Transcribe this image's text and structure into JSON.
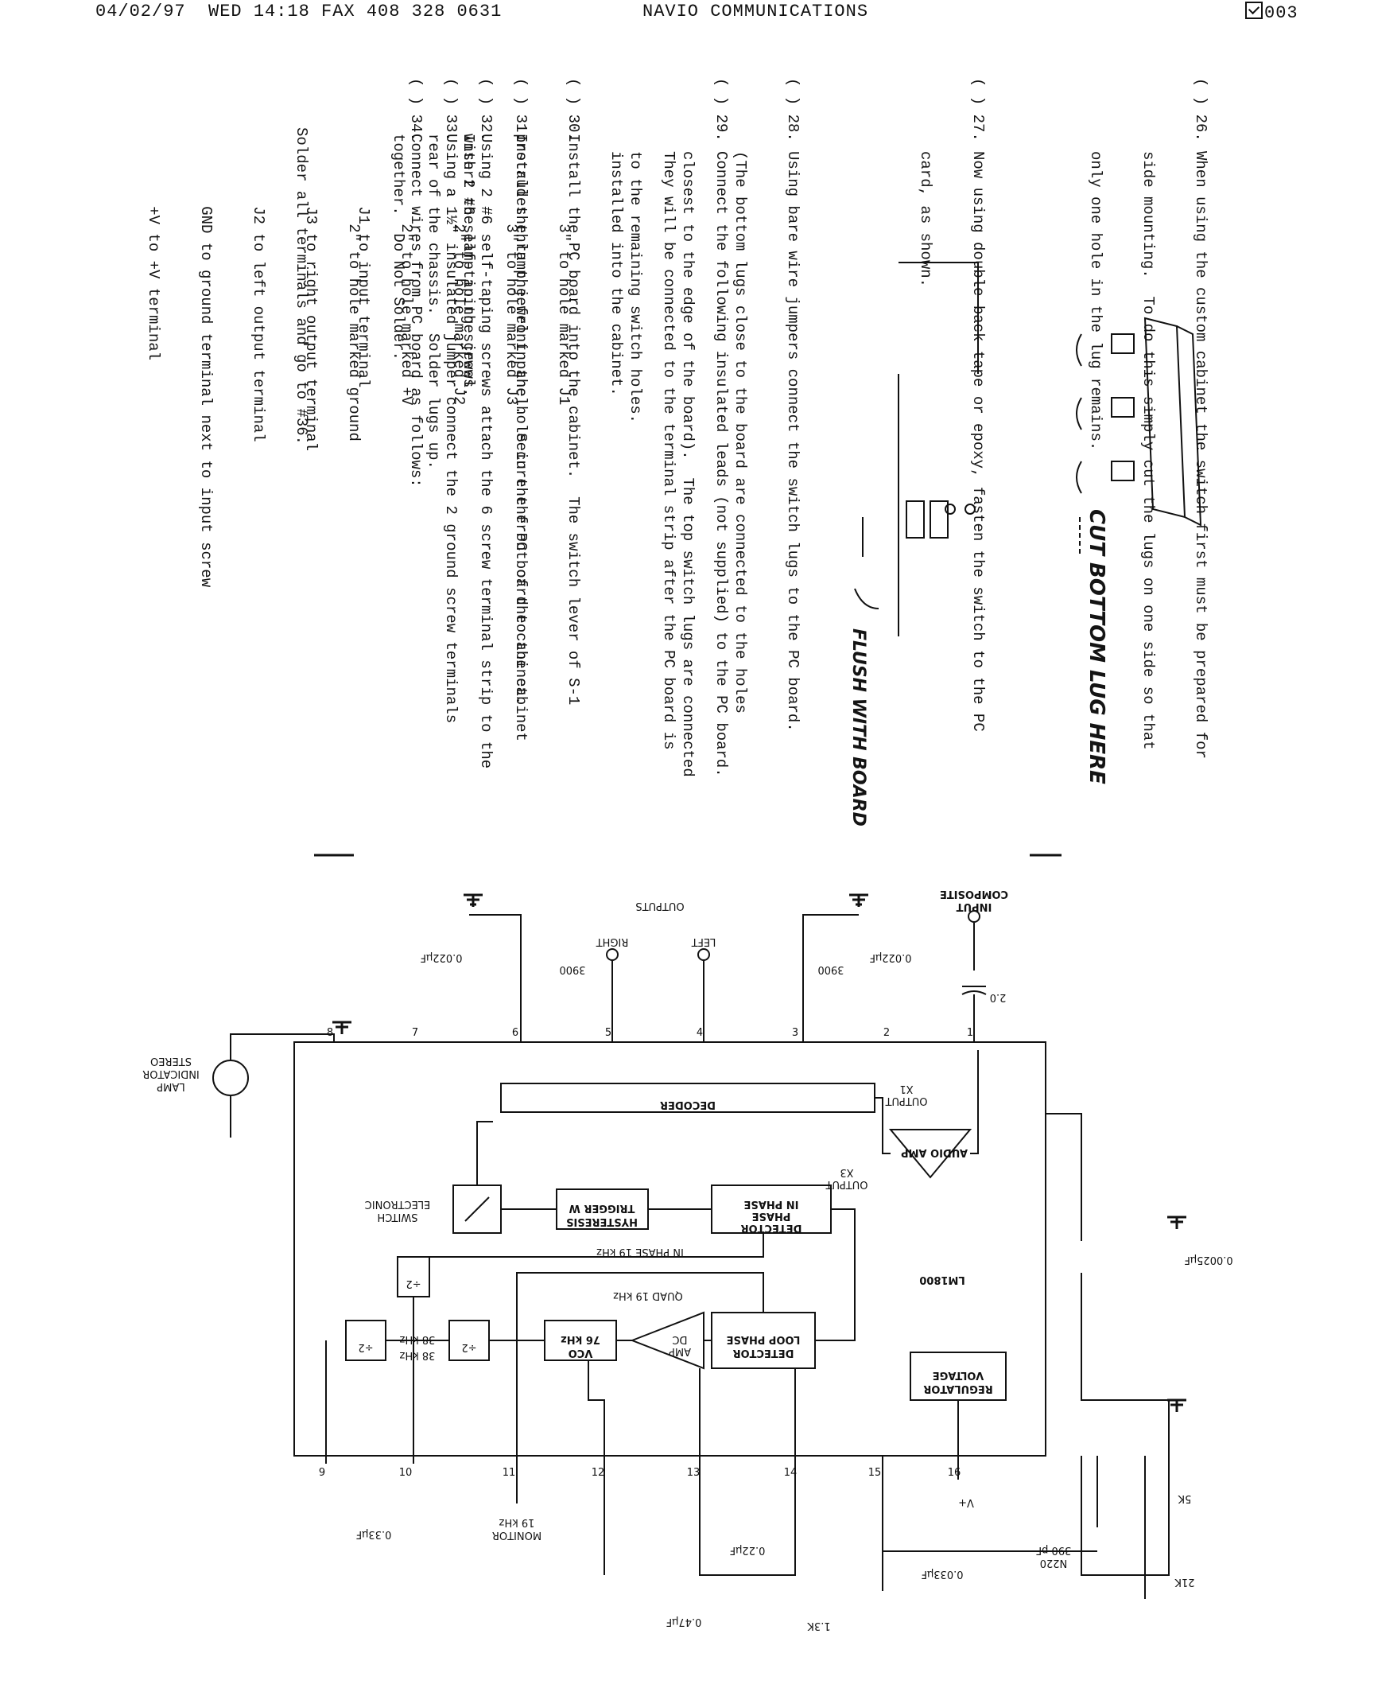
{
  "fax_header": {
    "left": "04/02/97  WED 14:18 FAX 408 328 0631",
    "center": "NAVIO COMMUNICATIONS",
    "right": "003",
    "icon": "page-check-icon"
  },
  "steps": [
    {
      "mark": "( ) 26.",
      "lines": [
        "When using the custom cabinet the switch first must be prepared for",
        "side mounting.  To do this simply cut the lugs on one side so that",
        "only one hole in the lug remains."
      ]
    },
    {
      "mark": "( ) 27.",
      "lines": [
        "Now using double back tape or epoxy, fasten the switch to the PC",
        "card, as shown."
      ]
    },
    {
      "mark": "( ) 28.",
      "lines": [
        "Using bare wire jumpers connect the switch lugs to the PC board.",
        "(The bottom lugs close to the board are connected to the holes",
        "closest to the edge of the board).  The top switch lugs are connected",
        "to the remaining switch holes."
      ]
    },
    {
      "mark": "( ) 29.",
      "lines": [
        "Connect the following insulated leads (not supplied) to the PC board.",
        "They will be connected to the terminal strip after the PC board is",
        "installed into the cabinet.",
        "        3\" to hole marked J1",
        "        3\" to hole marked J3",
        "        2\" to hole marked J2",
        "        2\" to hole marked +V",
        "        2\" to hole marked ground"
      ]
    },
    {
      "mark": "( ) 30.",
      "lines": [
        "Install the PC board into the cabinet.  The switch lever of S-1",
        "protrudes thru the front panel.  Secure the PC board to the cabinet",
        "with 2 #6 self-taping screws."
      ]
    },
    {
      "mark": "( ) 31.",
      "lines": [
        "Install the lamp jewel in the hole in the front of the cabinet.",
        "Insert the lamp in the jewel."
      ]
    },
    {
      "mark": "( ) 32.",
      "lines": [
        "Using 2 #6 self-taping screws attach the 6 screw terminal strip to the",
        "rear of the chassis.  Solder lugs up."
      ]
    },
    {
      "mark": "( ) 33.",
      "lines": [
        "Using a 1½\" insulated jumper connect the 2 ground screw terminals",
        "together.  Do Not Solder."
      ]
    },
    {
      "mark": "( ) 34.",
      "lines": [
        "Connect wires from PC board as follows:",
        "        J1 to input terminal",
        "        J3 to right output terminal",
        "        J2 to left output terminal",
        "        GND to ground terminal next to input screw",
        "        +V to +V terminal"
      ]
    },
    {
      "mark": "",
      "lines": [
        "Solder all terminals and go to #36."
      ]
    }
  ],
  "handwritten": {
    "cut": "CUT BOTTOM LUG HERE",
    "flush": "FLUSH WITH BOARD"
  },
  "schematic": {
    "blocks": {
      "decoder": "DECODER",
      "audio_amp": "AUDIO AMP",
      "inphase_detector": [
        "IN PHASE",
        "PHASE",
        "DETECTOR"
      ],
      "trigger": [
        "TRIGGER W",
        "HYSTERESIS"
      ],
      "switch": [
        "ELECTRONIC",
        "SWITCH"
      ],
      "loop_detector": [
        "LOOP PHASE",
        "DETECTOR"
      ],
      "dc_amp": [
        "DC",
        "AMP"
      ],
      "vco": [
        "76 kHz",
        "VCO"
      ],
      "div2a": "÷2",
      "div2b": "÷2",
      "div2c": "÷2",
      "regulator": [
        "VOLTAGE",
        "REGULATOR"
      ]
    },
    "labels": {
      "chip": "LM1800",
      "x1_output": [
        "X1",
        "OUTPUT"
      ],
      "x3_output": [
        "X3",
        "OUTPUT"
      ],
      "inphase19": "IN PHASE 19 kHz",
      "quad19": "QUAD 19 kHz",
      "f38a": "38 kHz",
      "f38b": "38 kHz",
      "composite": [
        "COMPOSITE",
        "INPUT"
      ],
      "outputs": "OUTPUTS",
      "left": "LEFT",
      "right": "RIGHT",
      "stereo_lamp": [
        "STEREO",
        "INDICATOR",
        "LAMP"
      ],
      "monitor": [
        "19 kHz",
        "MONITOR"
      ],
      "vplus": "V+"
    },
    "components": {
      "c_in": "2.0",
      "r_left": "3900",
      "c_left": "0.022μF",
      "r_right": "3900",
      "c_right": "0.022μF",
      "c_top": "0.0025μF",
      "r_5k": "5K",
      "r_21k": "21K",
      "c_390": [
        "390 pF",
        "N220"
      ],
      "c_033a": "0.033μF",
      "c_022": "0.22μF",
      "r_13k": "1.3K",
      "c_047": "0.47μF",
      "c_033b": "0.33μF"
    },
    "pins": [
      "1",
      "2",
      "3",
      "4",
      "5",
      "6",
      "7",
      "8",
      "9",
      "10",
      "11",
      "12",
      "13",
      "14",
      "15",
      "16"
    ]
  }
}
